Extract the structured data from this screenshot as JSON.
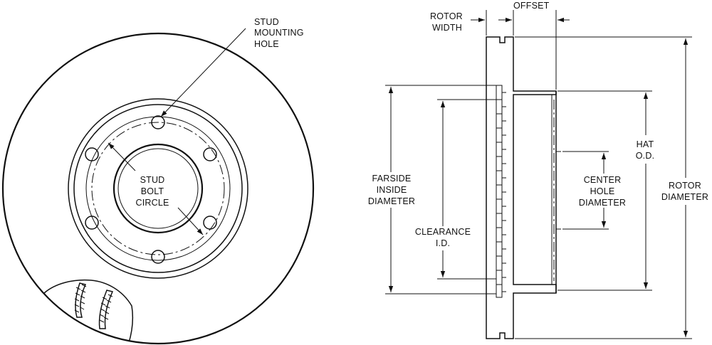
{
  "front_view": {
    "labels": {
      "stud_mounting_hole": [
        "STUD",
        "MOUNTING",
        "HOLE"
      ],
      "stud_bolt_circle": [
        "STUD",
        "BOLT",
        "CIRCLE"
      ]
    }
  },
  "side_view": {
    "labels": {
      "rotor_width": [
        "ROTOR",
        "WIDTH"
      ],
      "offset": [
        "OFFSET"
      ],
      "farside_inside_diameter": [
        "FARSIDE",
        "INSIDE",
        "DIAMETER"
      ],
      "clearance_id": [
        "CLEARANCE",
        "I.D."
      ],
      "center_hole_diameter": [
        "CENTER",
        "HOLE",
        "DIAMETER"
      ],
      "hat_od": [
        "HAT",
        "O.D."
      ],
      "rotor_diameter": [
        "ROTOR",
        "DIAMETER"
      ]
    }
  },
  "colors": {
    "line": "#111111",
    "background": "#ffffff"
  }
}
